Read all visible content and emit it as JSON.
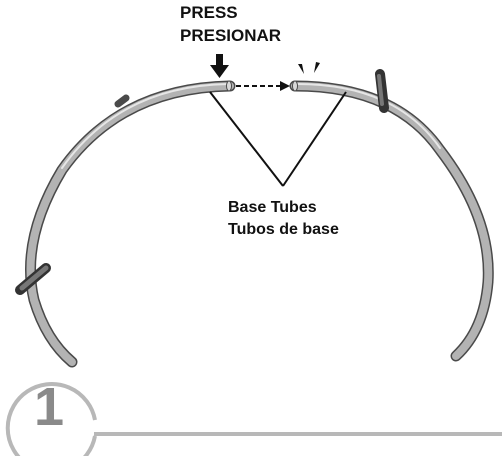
{
  "labels": {
    "press": "PRESS",
    "press_es": "PRESIONAR",
    "base_tubes": "Base Tubes",
    "base_tubes_es": "Tubos de base"
  },
  "step": {
    "number": "1"
  },
  "colors": {
    "tube_fill": "#b3b3b3",
    "tube_outline": "#4a4a4a",
    "text": "#111111",
    "step_gray": "#8a8a8a",
    "step_frame": "#b8b8b8"
  },
  "icons": [
    "press-arrow-icon",
    "dashed-arrow-icon",
    "click-indicator-icon"
  ]
}
